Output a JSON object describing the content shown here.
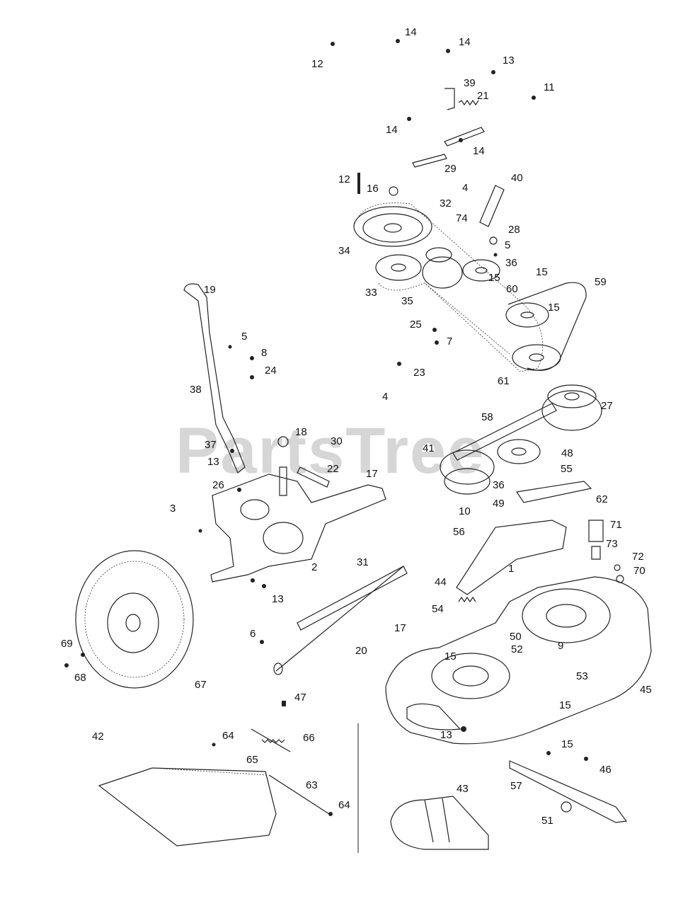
{
  "watermark": "PartsTree",
  "callouts": [
    {
      "id": "c12a",
      "text": "12"
    },
    {
      "id": "c14a",
      "text": "14"
    },
    {
      "id": "c14b",
      "text": "14"
    },
    {
      "id": "c13a",
      "text": "13"
    },
    {
      "id": "c39",
      "text": "39"
    },
    {
      "id": "c21",
      "text": "21"
    },
    {
      "id": "c11",
      "text": "11"
    },
    {
      "id": "c14c",
      "text": "14"
    },
    {
      "id": "c14d",
      "text": "14"
    },
    {
      "id": "c29",
      "text": "29"
    },
    {
      "id": "c12b",
      "text": "12"
    },
    {
      "id": "c16",
      "text": "16"
    },
    {
      "id": "c4a",
      "text": "4"
    },
    {
      "id": "c40",
      "text": "40"
    },
    {
      "id": "c32",
      "text": "32"
    },
    {
      "id": "c74",
      "text": "74"
    },
    {
      "id": "c28",
      "text": "28"
    },
    {
      "id": "c5a",
      "text": "5"
    },
    {
      "id": "c34",
      "text": "34"
    },
    {
      "id": "c36a",
      "text": "36"
    },
    {
      "id": "c15a",
      "text": "15"
    },
    {
      "id": "c60",
      "text": "60"
    },
    {
      "id": "c59",
      "text": "59"
    },
    {
      "id": "c33",
      "text": "33"
    },
    {
      "id": "c35",
      "text": "35"
    },
    {
      "id": "c15b",
      "text": "15"
    },
    {
      "id": "c15c",
      "text": "15"
    },
    {
      "id": "c25",
      "text": "25"
    },
    {
      "id": "c7",
      "text": "7"
    },
    {
      "id": "c19",
      "text": "19"
    },
    {
      "id": "c5b",
      "text": "5"
    },
    {
      "id": "c8",
      "text": "8"
    },
    {
      "id": "c24",
      "text": "24"
    },
    {
      "id": "c23",
      "text": "23"
    },
    {
      "id": "c61",
      "text": "61"
    },
    {
      "id": "c38",
      "text": "38"
    },
    {
      "id": "c4b",
      "text": "4"
    },
    {
      "id": "c27",
      "text": "27"
    },
    {
      "id": "c58",
      "text": "58"
    },
    {
      "id": "c18",
      "text": "18"
    },
    {
      "id": "c30",
      "text": "30"
    },
    {
      "id": "c37",
      "text": "37"
    },
    {
      "id": "c13b",
      "text": "13"
    },
    {
      "id": "c41",
      "text": "41"
    },
    {
      "id": "c48",
      "text": "48"
    },
    {
      "id": "c22",
      "text": "22"
    },
    {
      "id": "c17a",
      "text": "17"
    },
    {
      "id": "c26",
      "text": "26"
    },
    {
      "id": "c36b",
      "text": "36"
    },
    {
      "id": "c55",
      "text": "55"
    },
    {
      "id": "c62",
      "text": "62"
    },
    {
      "id": "c3",
      "text": "3"
    },
    {
      "id": "c10",
      "text": "10"
    },
    {
      "id": "c49",
      "text": "49"
    },
    {
      "id": "c56",
      "text": "56"
    },
    {
      "id": "c71",
      "text": "71"
    },
    {
      "id": "c73",
      "text": "73"
    },
    {
      "id": "c31",
      "text": "31"
    },
    {
      "id": "c72",
      "text": "72"
    },
    {
      "id": "c70",
      "text": "70"
    },
    {
      "id": "c2",
      "text": "2"
    },
    {
      "id": "c44",
      "text": "44"
    },
    {
      "id": "c1",
      "text": "1"
    },
    {
      "id": "c13c",
      "text": "13"
    },
    {
      "id": "c54",
      "text": "54"
    },
    {
      "id": "c17b",
      "text": "17"
    },
    {
      "id": "c6",
      "text": "6"
    },
    {
      "id": "c50",
      "text": "50"
    },
    {
      "id": "c52",
      "text": "52"
    },
    {
      "id": "c9",
      "text": "9"
    },
    {
      "id": "c15d",
      "text": "15"
    },
    {
      "id": "c20",
      "text": "20"
    },
    {
      "id": "c69",
      "text": "69"
    },
    {
      "id": "c68",
      "text": "68"
    },
    {
      "id": "c67",
      "text": "67"
    },
    {
      "id": "c53",
      "text": "53"
    },
    {
      "id": "c45",
      "text": "45"
    },
    {
      "id": "c47",
      "text": "47"
    },
    {
      "id": "c15e",
      "text": "15"
    },
    {
      "id": "c42",
      "text": "42"
    },
    {
      "id": "c64a",
      "text": "64"
    },
    {
      "id": "c66",
      "text": "66"
    },
    {
      "id": "c65",
      "text": "65"
    },
    {
      "id": "c13d",
      "text": "13"
    },
    {
      "id": "c15f",
      "text": "15"
    },
    {
      "id": "c46",
      "text": "46"
    },
    {
      "id": "c63",
      "text": "63"
    },
    {
      "id": "c57",
      "text": "57"
    },
    {
      "id": "c43",
      "text": "43"
    },
    {
      "id": "c64b",
      "text": "64"
    },
    {
      "id": "c51",
      "text": "51"
    }
  ]
}
